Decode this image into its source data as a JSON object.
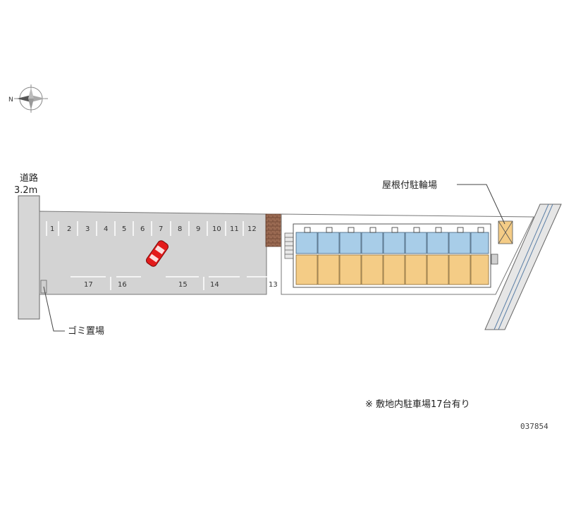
{
  "road": {
    "label": "道路",
    "width": "3.2m"
  },
  "compass": {
    "north_letter": "N"
  },
  "labels": {
    "bicycle_parking": "屋根付駐輪場",
    "garbage": "ゴミ置場"
  },
  "parking_spaces_top": [
    "1",
    "2",
    "3",
    "4",
    "5",
    "6",
    "7",
    "8",
    "9",
    "10",
    "11",
    "12"
  ],
  "parking_spaces_bottom": [
    "17",
    "16",
    "15",
    "14",
    "13"
  ],
  "note": "※ 敷地内駐車場17台有り",
  "property_code": "037854",
  "colors": {
    "lot": "#d3d3d3",
    "unit_top": "#a8cde8",
    "unit_bottom": "#f4cc86",
    "car": "#e31b1b",
    "brick": "#8b5a44"
  }
}
